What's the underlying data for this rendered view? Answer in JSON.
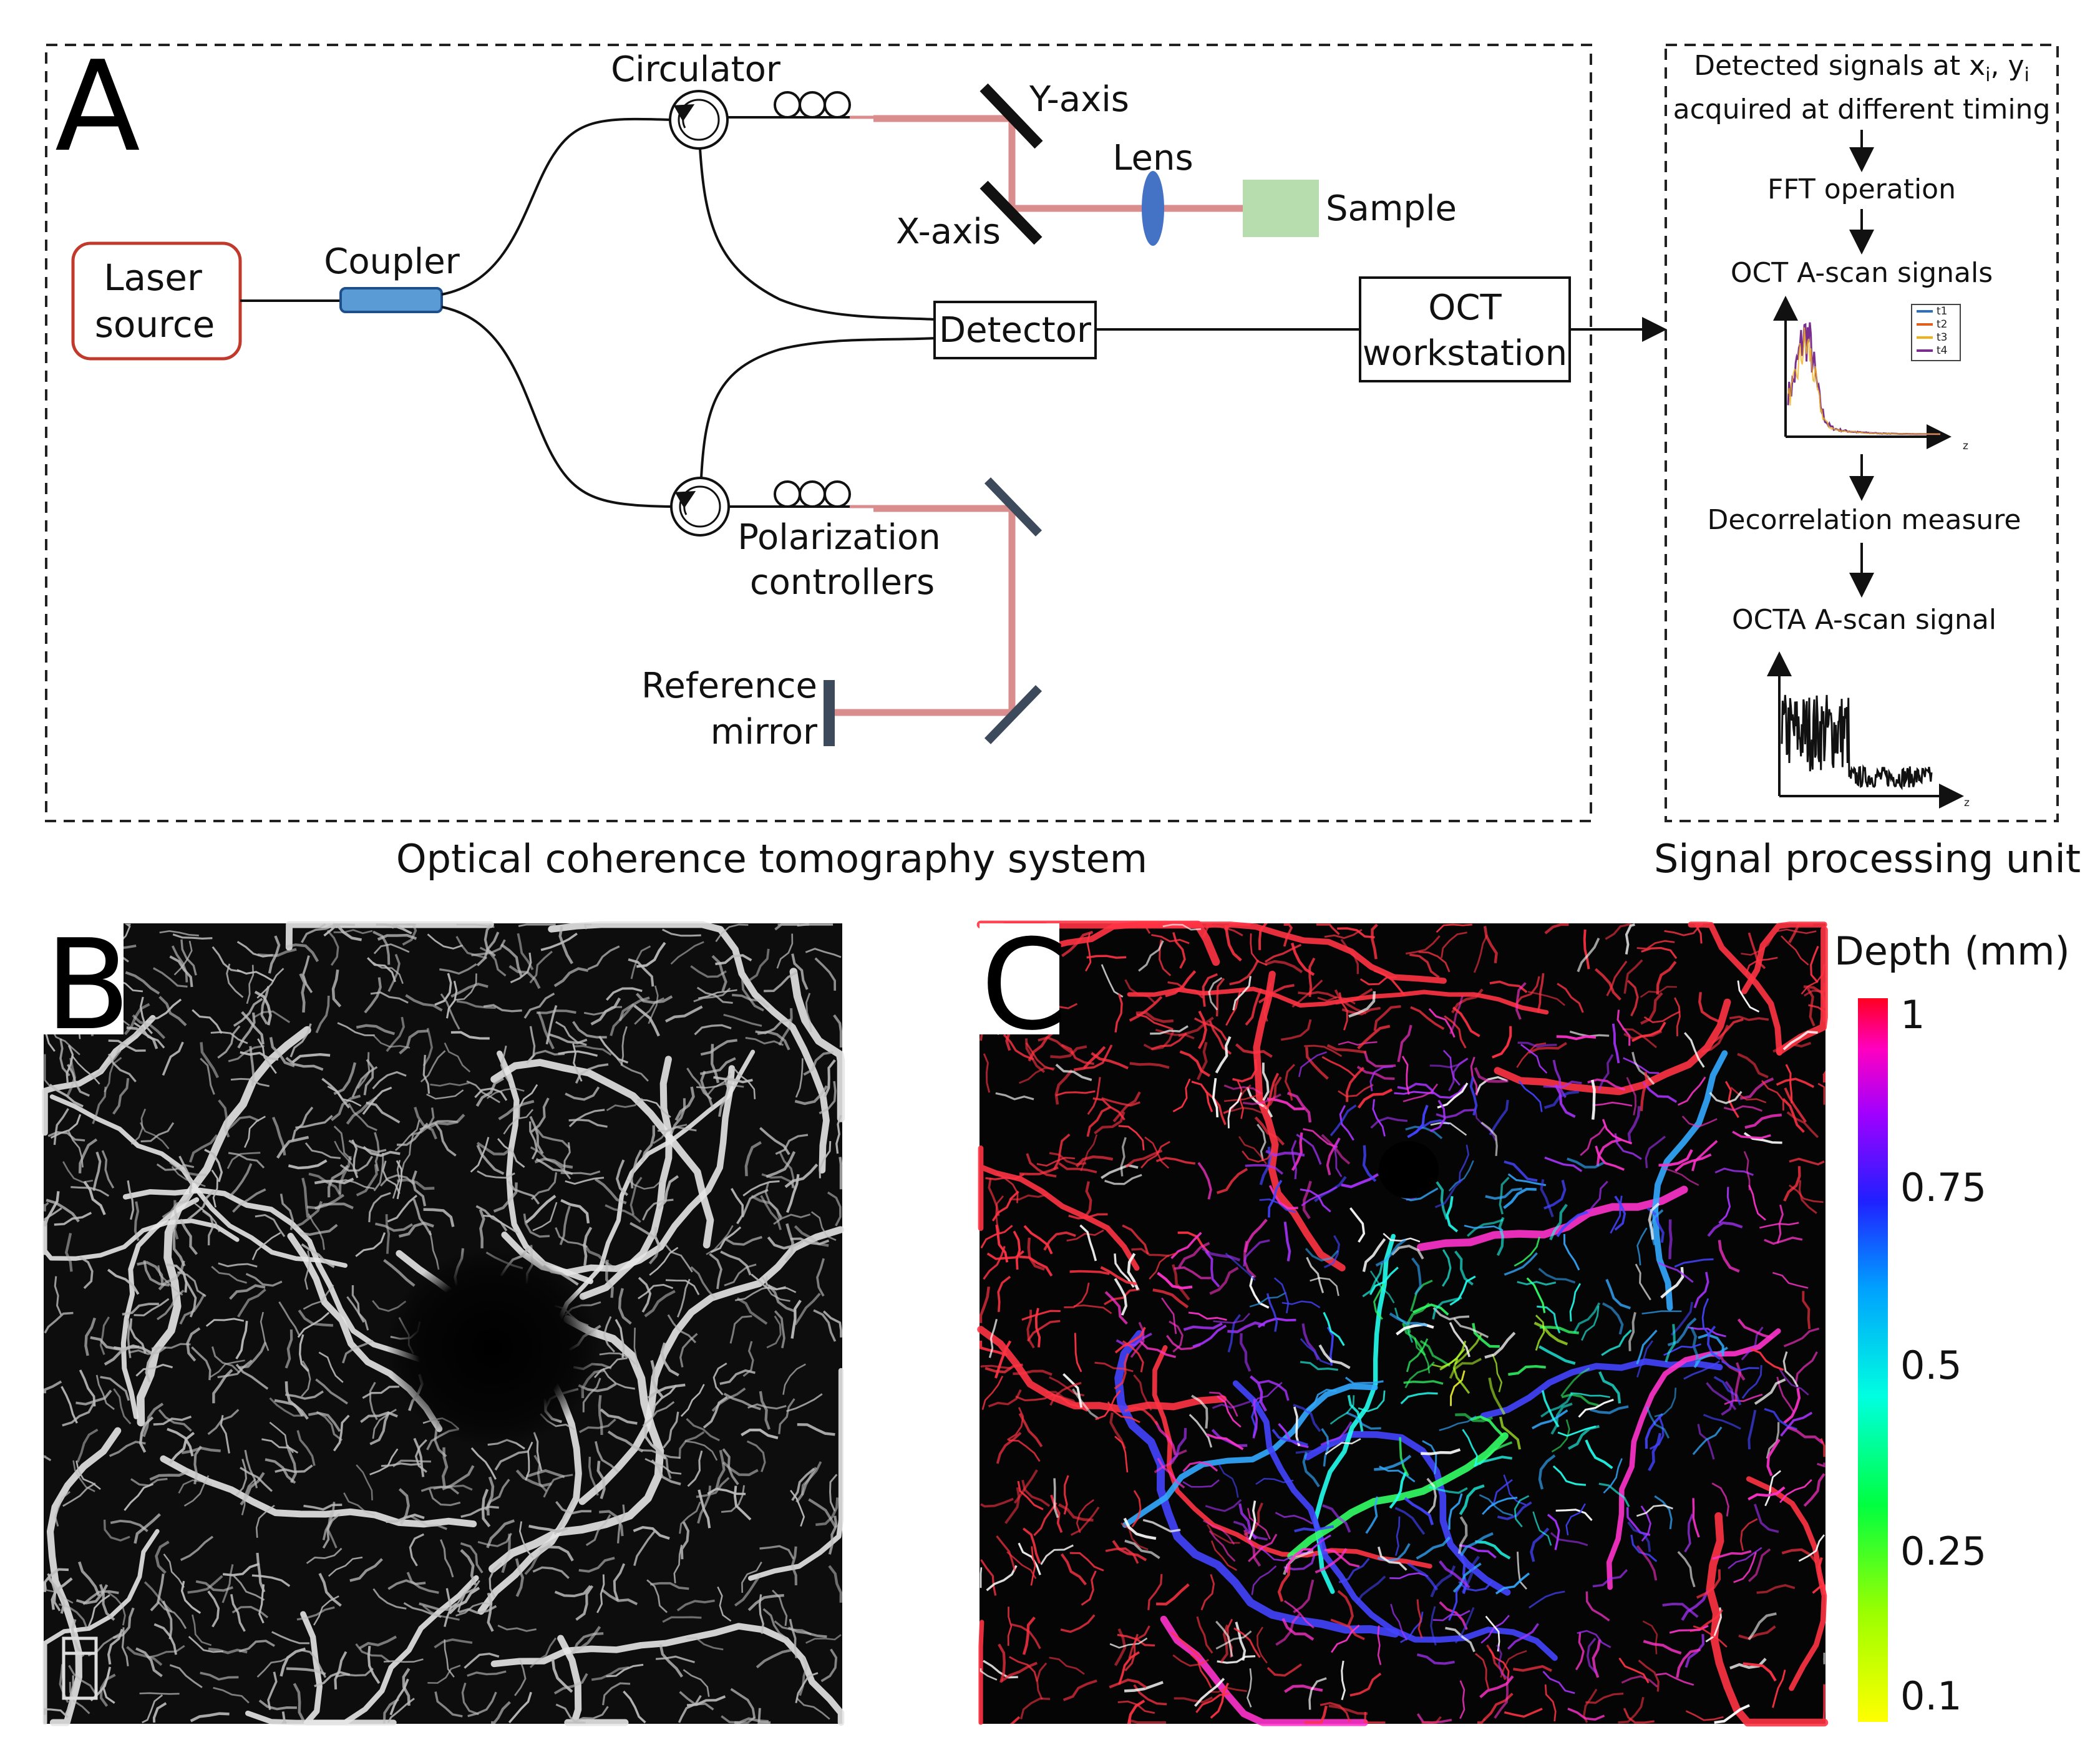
{
  "panels": {
    "a": "A",
    "b": "B",
    "c": "C"
  },
  "system": {
    "caption": "Optical coherence tomography system",
    "laser_line1": "Laser",
    "laser_line2": "source",
    "coupler": "Coupler",
    "circulator": "Circulator",
    "y_axis": "Y-axis",
    "x_axis": "X-axis",
    "lens": "Lens",
    "sample": "Sample",
    "detector": "Detector",
    "oct_line1": "OCT",
    "oct_line2": "workstation",
    "pol_line1": "Polarization",
    "pol_line2": "controllers",
    "ref_line1": "Reference",
    "ref_line2": "mirror"
  },
  "processing": {
    "caption": "Signal processing unit",
    "step1_line1_prefix": "Detected signals at x",
    "step1_sub_i": "i",
    "step1_sep": ", y",
    "step1_sub_i2": "i",
    "step1_line2": "acquired at different timing",
    "step2": "FFT operation",
    "step3": "OCT A-scan signals",
    "step4": "Decorrelation measure",
    "step5": "OCTA A-scan signal",
    "axis_z": "z",
    "legend": [
      {
        "label": "t1",
        "color": "#2e6fc0"
      },
      {
        "label": "t2",
        "color": "#e0601f"
      },
      {
        "label": "t3",
        "color": "#f0b21c"
      },
      {
        "label": "t4",
        "color": "#7a2f8f"
      }
    ]
  },
  "colorbar": {
    "title": "Depth (mm)",
    "ticks": [
      "1",
      "0.75",
      "0.5",
      "0.25",
      "0.1"
    ]
  },
  "colors": {
    "beam": "#d98d8d",
    "coupler": "#5b9bd5",
    "lens": "#4472c4",
    "sample": "#b7dcae",
    "laser_border": "#c0392b",
    "mirror": "#3d4a5c"
  }
}
